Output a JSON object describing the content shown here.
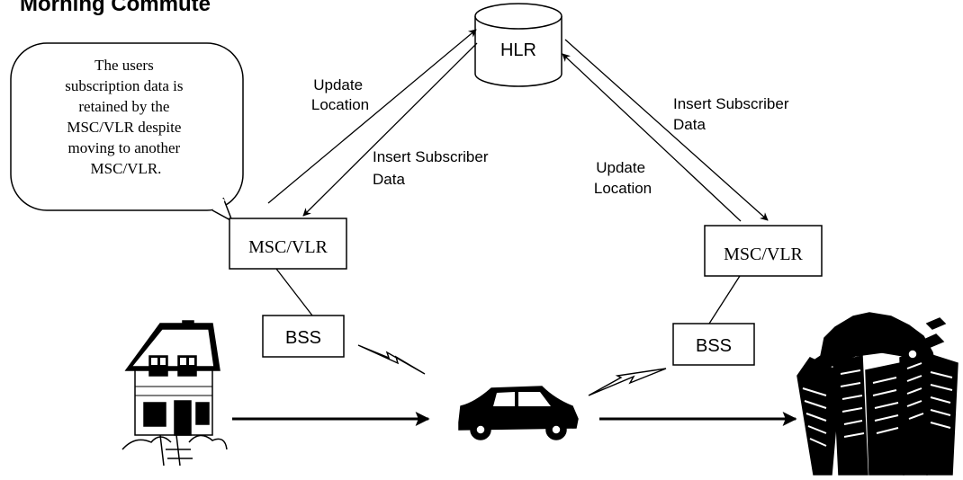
{
  "title": "Morning Commute",
  "callout": {
    "lines": [
      "The users",
      "subscription data is",
      "retained by the",
      "MSC/VLR despite",
      "moving to another",
      "MSC/VLR."
    ]
  },
  "nodes": {
    "hlr": "HLR",
    "msc_left": "MSC/VLR",
    "msc_right": "MSC/VLR",
    "bss_left": "BSS",
    "bss_right": "BSS"
  },
  "edge_labels": {
    "update_left": [
      "Update",
      "Location"
    ],
    "insert_left": [
      "Insert Subscriber",
      "Data"
    ],
    "update_right": [
      "Update",
      "Location"
    ],
    "insert_right": [
      "Insert Subscriber",
      "Data"
    ]
  },
  "icons": [
    "house-icon",
    "car-icon",
    "city-icon",
    "radio-signal-icon"
  ]
}
